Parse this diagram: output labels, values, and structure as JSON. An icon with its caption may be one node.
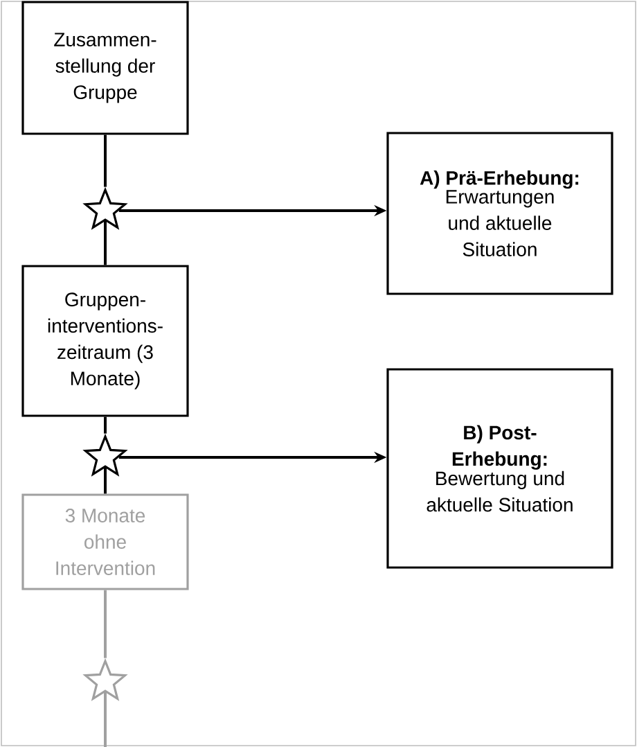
{
  "diagram": {
    "nodes": [
      {
        "text": [
          "Zusammen-stellung der Gruppe"
        ]
      },
      {
        "text": [],
        "shape": "star"
      },
      {
        "text": [
          "A) Prä-Erhebung:",
          "Erwartungen und aktuelle Situation"
        ]
      },
      {
        "text": [
          "Gruppen-interventions-zeitraum (3 Monate)"
        ]
      },
      {
        "text": [],
        "shape": "star"
      },
      {
        "text": [
          "B) Post-Erhebung:",
          "Bewertung und aktuelle Situation"
        ]
      },
      {
        "text": [
          "3 Monate ohne Intervention"
        ]
      },
      {
        "text": [],
        "shape": "star"
      }
    ],
    "edges": [
      {
        "from": 0,
        "to": 1,
        "arrow": "none"
      },
      {
        "from": 1,
        "to": 3,
        "arrow": "none"
      },
      {
        "from": 1,
        "to": 2,
        "arrow": "to"
      },
      {
        "from": 3,
        "to": 4,
        "arrow": "none"
      },
      {
        "from": 4,
        "to": 6,
        "arrow": "none"
      },
      {
        "from": 4,
        "to": 5,
        "arrow": "to"
      },
      {
        "from": 6,
        "to": 7,
        "arrow": "none",
        "color": "#a0a0a0"
      },
      {
        "from": 7,
        "to": null,
        "arrow": "none",
        "color": "#a0a0a0"
      }
    ]
  }
}
